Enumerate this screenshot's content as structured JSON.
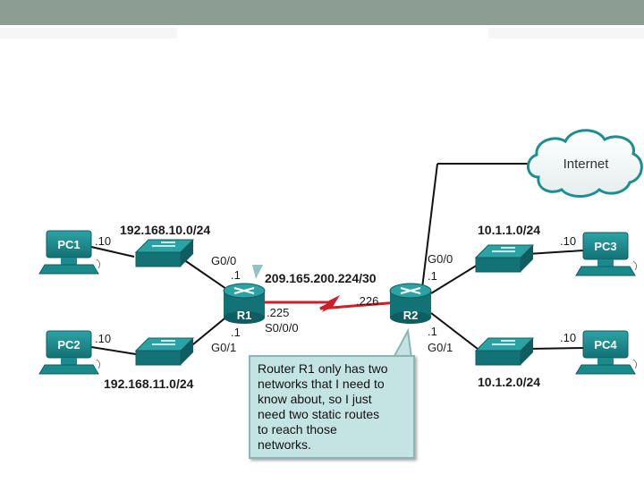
{
  "networks": {
    "lan1": "192.168.10.0/24",
    "lan2": "192.168.11.0/24",
    "wan": "209.165.200.224/30",
    "lan3": "10.1.1.0/24",
    "lan4": "10.1.2.0/24"
  },
  "devices": {
    "pc1": "PC1",
    "pc2": "PC2",
    "pc3": "PC3",
    "pc4": "PC4",
    "r1": "R1",
    "r2": "R2",
    "internet": "Internet"
  },
  "addresses": {
    "pc1_host": ".10",
    "pc2_host": ".10",
    "pc3_host": ".10",
    "pc4_host": ".10",
    "r1_g00_host": ".1",
    "r1_g01_host": ".1",
    "r1_s000_host": ".225",
    "r2_s000_host": ".226",
    "r2_g00_host": ".1",
    "r2_g01_host": ".1"
  },
  "interfaces": {
    "r1_g00": "G0/0",
    "r1_g01": "G0/1",
    "r1_s000": "S0/0/0",
    "r2_g00": "G0/0",
    "r2_g01": "G0/1"
  },
  "callout_lines": [
    "Router R1 only has two",
    "networks that I need to",
    "know about, so I just",
    "need two static routes",
    "to reach those",
    "networks."
  ],
  "colors": {
    "device_teal": "#1a8a8d",
    "serial_link": "#cc1f2b",
    "callout_bg": "#c4e4e3",
    "header_bar": "#8c9e93"
  }
}
